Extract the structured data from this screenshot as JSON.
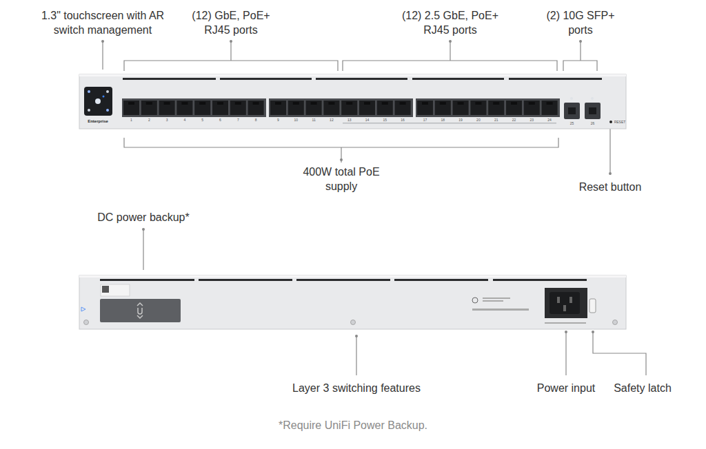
{
  "diagram": {
    "caption": "*Require UniFi Power Backup.",
    "labels": [
      "1.3\" touchscreen with AR switch management",
      "(12) GbE, PoE+ RJ45 ports",
      "(12) 2.5 GbE, PoE+ RJ45 ports",
      "(2) 10G SFP+ ports",
      "400W total PoE supply",
      "Reset button",
      "DC power backup*",
      "Layer 3 switching features",
      "Power input",
      "Safety latch",
      "Enterprise",
      "1",
      "2",
      "3",
      "4",
      "5",
      "6",
      "7",
      "8",
      "9",
      "10",
      "11",
      "12",
      "13",
      "14",
      "15",
      "16",
      "17",
      "18",
      "19",
      "20",
      "21",
      "22",
      "23",
      "24",
      "25",
      "26",
      "RESET"
    ]
  }
}
